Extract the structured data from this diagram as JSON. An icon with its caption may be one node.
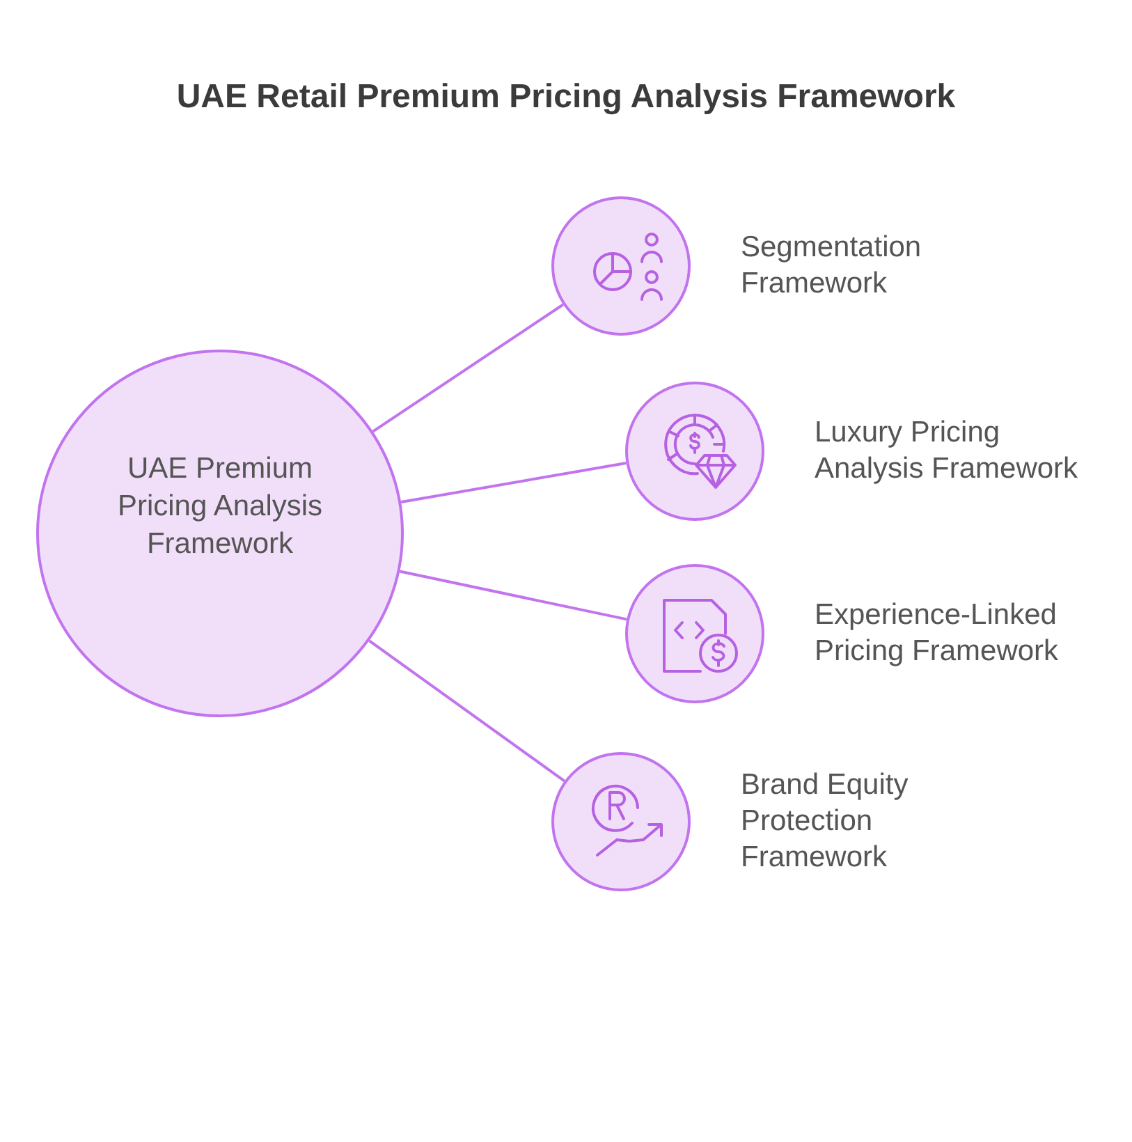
{
  "diagram": {
    "title": "UAE Retail Premium Pricing Analysis Framework",
    "nodes": [
      {
        "text": [
          "UAE Premium Pricing Analysis Framework"
        ]
      },
      {
        "text": [
          "Segmentation Framework"
        ]
      },
      {
        "text": [
          "Luxury Pricing Analysis Framework"
        ]
      },
      {
        "text": [
          "Experience-Linked Pricing Framework"
        ]
      },
      {
        "text": [
          "Brand Equity Protection Framework"
        ]
      }
    ],
    "edges": [
      {
        "from": 0,
        "to": 1,
        "arrow": "none"
      },
      {
        "from": 0,
        "to": 2,
        "arrow": "none"
      },
      {
        "from": 0,
        "to": 3,
        "arrow": "none"
      },
      {
        "from": 0,
        "to": 4,
        "arrow": "none"
      }
    ]
  }
}
